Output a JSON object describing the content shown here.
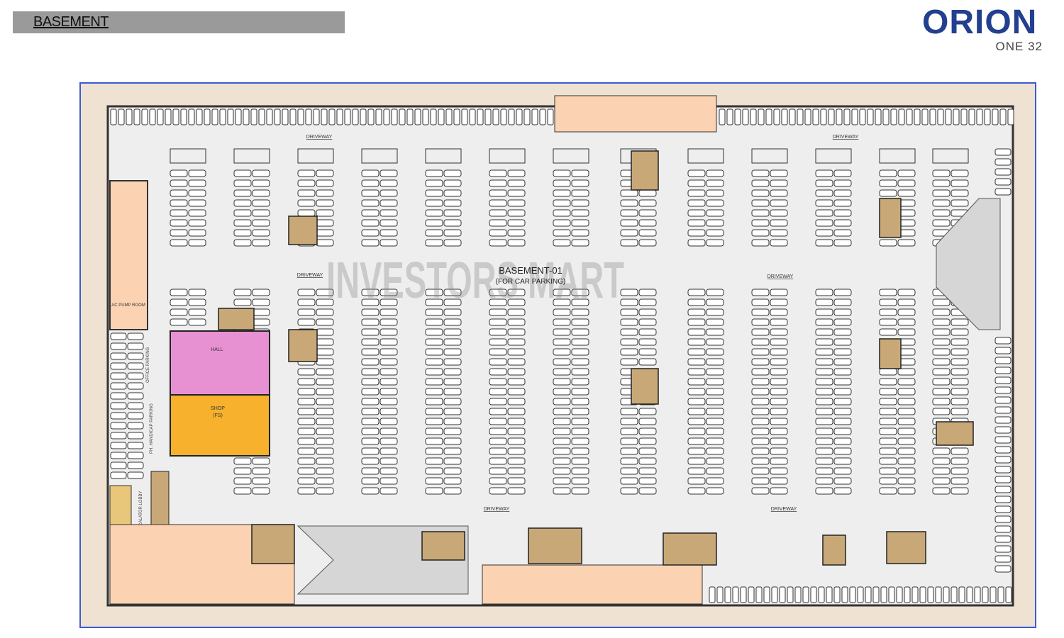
{
  "header": {
    "title": "BASEMENT"
  },
  "logo": {
    "name": "ORION",
    "tagline": "ONE 32"
  },
  "plan": {
    "name": "BASEMENT-01",
    "subtitle": "(FOR CAR PARKING)",
    "driveway_label": "DRIVEWAY",
    "rooms": {
      "hall": "HALL",
      "shop": "SHOP",
      "shop_sub": "(FS)",
      "ac_pump_room": "AC PUMP ROOM",
      "office_parking": "OFFICE PARKING",
      "handicap_parking": "PH. HANDICAP PARKING",
      "escalator_lobby": "ESCALATOR LOBBY"
    },
    "watermark": "INVESTORS MART",
    "colors": {
      "frame": "#3b5bd6",
      "surround": "#efe2d3",
      "floor": "#eeeeee",
      "hall": "#e891d2",
      "shop": "#f7b12c",
      "service": "#fbd3b3",
      "core": "#c9a877",
      "ramp": "#d6d6d6"
    }
  }
}
